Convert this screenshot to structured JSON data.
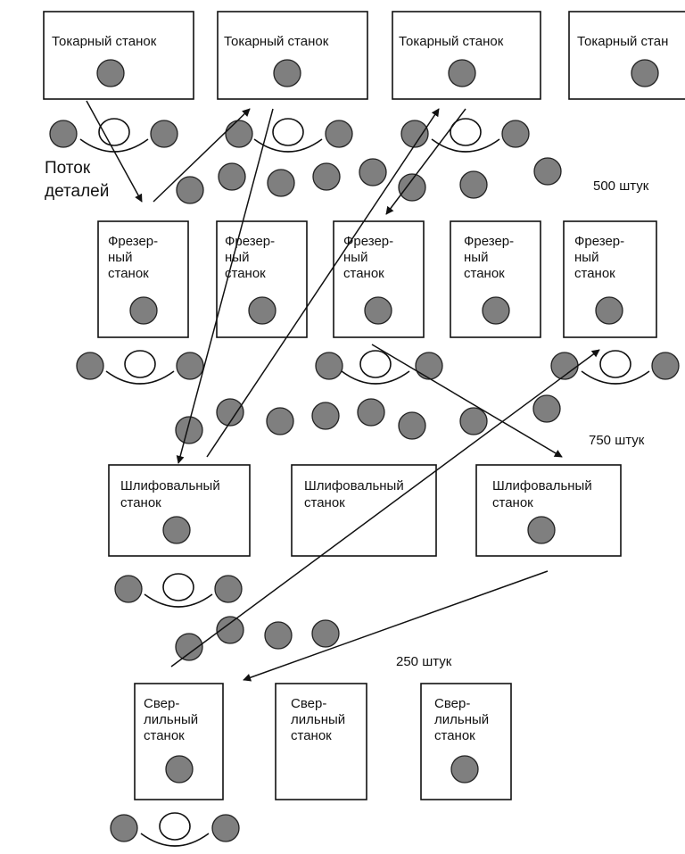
{
  "flow_label": [
    "Поток",
    "деталей"
  ],
  "quantities": [
    "500 штук",
    "750 штук",
    "250 штук"
  ],
  "lathes": [
    [
      "Токарный станок"
    ],
    [
      "Токарный станок"
    ],
    [
      "Токарный станок"
    ],
    [
      "Токарный стан"
    ]
  ],
  "mills": [
    [
      "Фрезер-",
      "ный",
      "станок"
    ],
    [
      "Фрезер-",
      "ный",
      "станок"
    ],
    [
      "Фрезер-",
      "ный",
      "станок"
    ],
    [
      "Фрезер-",
      "ный",
      "станок"
    ],
    [
      "Фрезер-",
      "ный",
      "станок"
    ]
  ],
  "grinders": [
    [
      "Шлифовальный",
      "станок"
    ],
    [
      "Шлифовальный",
      "станок"
    ],
    [
      "Шлифовальный",
      "станок"
    ]
  ],
  "drills": [
    [
      "Свер-",
      "лильный",
      "станок"
    ],
    [
      "Свер-",
      "лильный",
      "станок"
    ],
    [
      "Свер-",
      "лильный",
      "станок"
    ]
  ]
}
